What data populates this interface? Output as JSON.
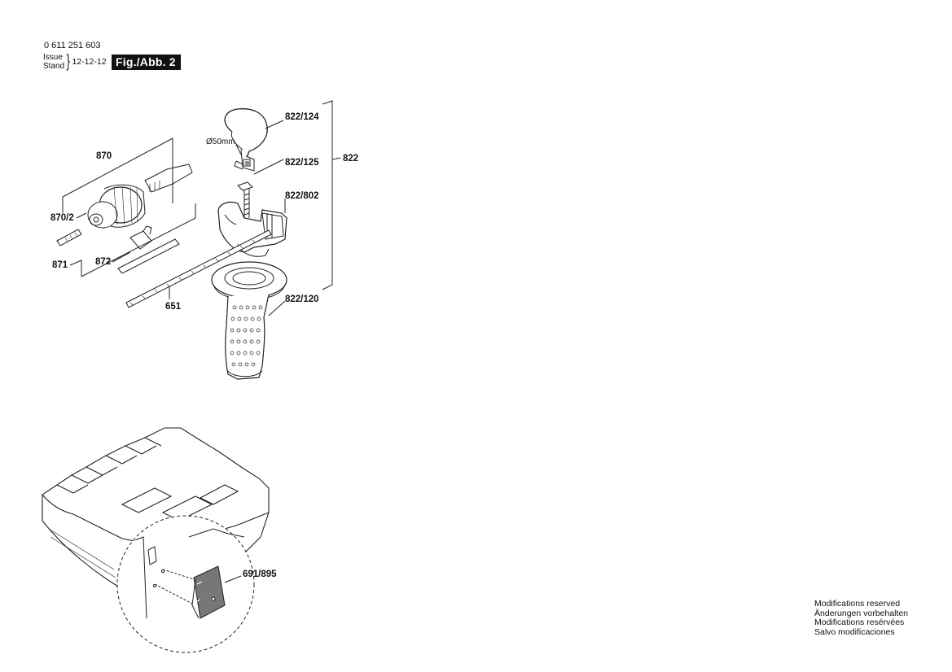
{
  "header": {
    "part_number": "0 611 251 603",
    "issue_label": "Issue",
    "stand_label": "Stand",
    "date": "12-12-12",
    "figure_badge": "Fig./Abb. 2"
  },
  "callouts": {
    "c822_124": "822/124",
    "c822_125": "822/125",
    "c822": "822",
    "c822_802": "822/802",
    "c822_120": "822/120",
    "c870": "870",
    "c870_2": "870/2",
    "c871": "871",
    "c872": "872",
    "c651": "651",
    "c691_895": "691/895",
    "diameter": "Ø50mm"
  },
  "notice": [
    "Modifications reserved",
    "Änderungen vorbehalten",
    "Modifications resérvées",
    "Salvo modificaciones"
  ]
}
